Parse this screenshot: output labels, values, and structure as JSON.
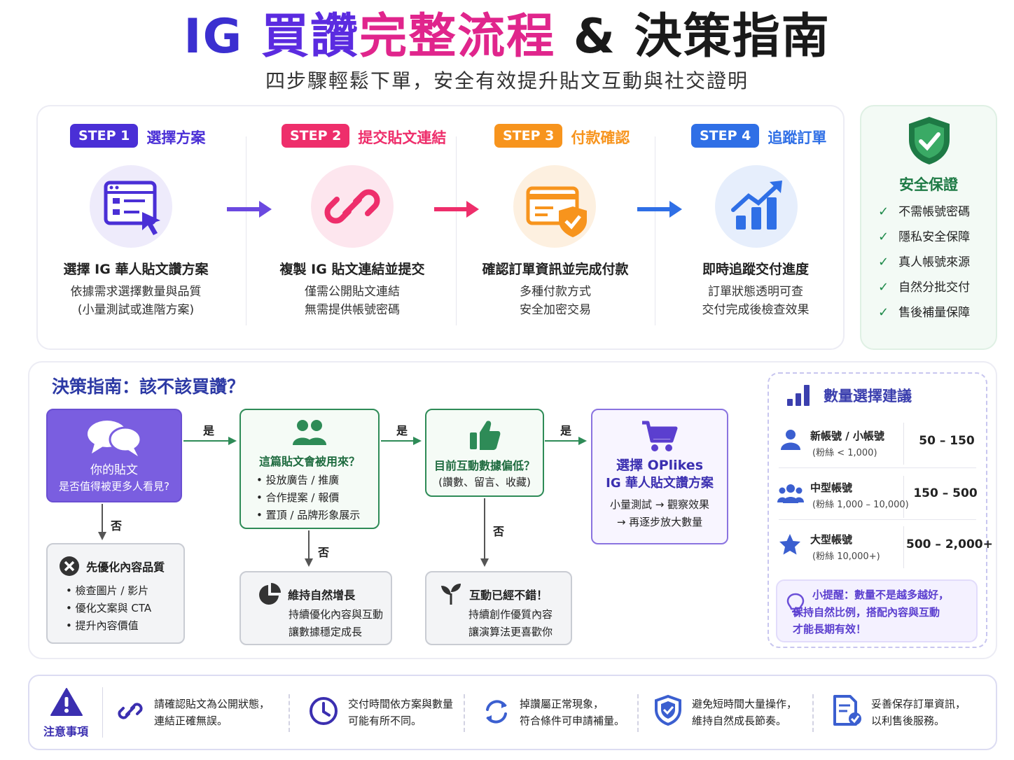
{
  "header": {
    "title_part1": "IG ",
    "title_part2": "買讚",
    "title_part3": "完整流程",
    "title_part4": " & 決策指南",
    "subtitle": "四步驟輕鬆下單，安全有效提升貼文互動與社交證明"
  },
  "colors": {
    "step1": "#4a2fd6",
    "step2": "#ee2e6b",
    "step3": "#f7941d",
    "step4": "#2f6fe6",
    "green": "#1e7a45"
  },
  "steps": [
    {
      "badge": "STEP 1",
      "title": "選擇方案",
      "icon": "browser-list-cursor-icon",
      "main": "選擇 IG 華人貼文讚方案",
      "sub1": "依據需求選擇數量與品質",
      "sub2": "(小量測試或進階方案)"
    },
    {
      "badge": "STEP 2",
      "title": "提交貼文連結",
      "icon": "link-icon",
      "main": "複製 IG 貼文連結並提交",
      "sub1": "僅需公開貼文連結",
      "sub2": "無需提供帳號密碼"
    },
    {
      "badge": "STEP 3",
      "title": "付款確認",
      "icon": "card-shield-icon",
      "main": "確認訂單資訊並完成付款",
      "sub1": "多種付款方式",
      "sub2": "安全加密交易"
    },
    {
      "badge": "STEP 4",
      "title": "追蹤訂單",
      "icon": "growth-chart-icon",
      "main": "即時追蹤交付進度",
      "sub1": "訂單狀態透明可查",
      "sub2": "交付完成後檢查效果"
    }
  ],
  "security": {
    "title": "安全保證",
    "items": [
      "不需帳號密碼",
      "隱私安全保障",
      "真人帳號來源",
      "自然分批交付",
      "售後補量保障"
    ]
  },
  "decision": {
    "title": "決策指南：該不該買讚？",
    "yes": "是",
    "no": "否",
    "q1": {
      "line1": "你的貼文",
      "line2": "是否值得被更多人看見?"
    },
    "q2": {
      "title": "這篇貼文會被用來？",
      "items": [
        "投放廣告 / 推廣",
        "合作提案 / 報價",
        "置頂 / 品牌形象展示"
      ]
    },
    "q3": {
      "title": "目前互動數據偏低？",
      "sub": "(讚數、留言、收藏)"
    },
    "result": {
      "line1": "選擇 OPlikes",
      "line2": "IG 華人貼文讚方案",
      "line3": "小量測試 → 觀察效果",
      "line4": "→ 再逐步放大數量"
    },
    "n1": {
      "title": "先優化內容品質",
      "items": [
        "檢查圖片 / 影片",
        "優化文案與 CTA",
        "提升內容價值"
      ]
    },
    "n2": {
      "title": "維持自然增長",
      "line1": "持續優化內容與互動",
      "line2": "讓數據穩定成長"
    },
    "n3": {
      "title": "互動已經不錯！",
      "line1": "持續創作優質內容",
      "line2": "讓演算法更喜歡你"
    }
  },
  "quantity": {
    "title": "數量選擇建議",
    "rows": [
      {
        "name": "新帳號 / 小帳號",
        "sub": "(粉絲 < 1,000)",
        "value": "50 – 150",
        "icon": "user-icon"
      },
      {
        "name": "中型帳號",
        "sub": "(粉絲 1,000 – 10,000)",
        "value": "150 – 500",
        "icon": "users-icon"
      },
      {
        "name": "大型帳號",
        "sub": "(粉絲 10,000+)",
        "value": "500 – 2,000+",
        "icon": "star-icon"
      }
    ],
    "tip_line1": "小提醒：數量不是越多越好，",
    "tip_line2": "保持自然比例，搭配內容與互動",
    "tip_line3": "才能長期有效！"
  },
  "notes": {
    "title": "注意事項",
    "items": [
      {
        "line1": "請確認貼文為公開狀態，",
        "line2": "連結正確無誤。",
        "icon": "link-icon"
      },
      {
        "line1": "交付時間依方案與數量",
        "line2": "可能有所不同。",
        "icon": "clock-icon"
      },
      {
        "line1": "掉讚屬正常現象，",
        "line2": "符合條件可申請補量。",
        "icon": "refresh-icon"
      },
      {
        "line1": "避免短時間大量操作，",
        "line2": "維持自然成長節奏。",
        "icon": "shield-icon"
      },
      {
        "line1": "妥善保存訂單資訊，",
        "line2": "以利售後服務。",
        "icon": "document-check-icon"
      }
    ]
  }
}
